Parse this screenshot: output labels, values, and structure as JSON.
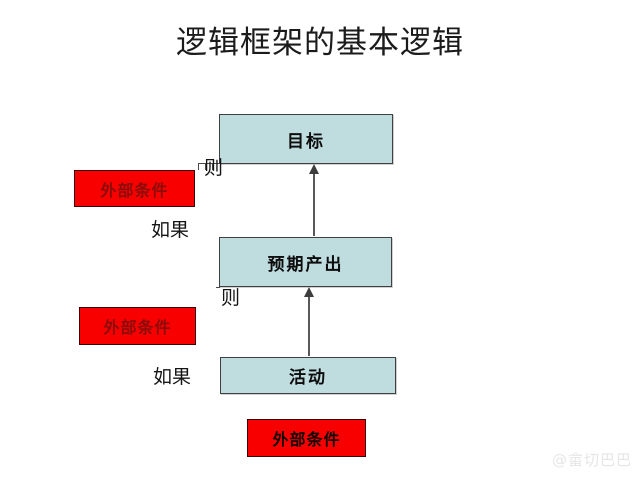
{
  "page": {
    "title": "逻辑框架的基本逻辑",
    "background_color": "#ffffff"
  },
  "diagram": {
    "type": "logical-framework-flow",
    "colors": {
      "result_box_fill": "#bfdcdf",
      "result_box_border": "#404040",
      "condition_box_fill": "#f80000",
      "condition_box_border": "#3a0000",
      "condition_text": "#8c0b0b",
      "arrow": "#4a4a4a",
      "title_text": "#1b1b1b"
    },
    "result_nodes": [
      {
        "id": "goal",
        "label": "目标"
      },
      {
        "id": "outputs",
        "label": "预期产出"
      },
      {
        "id": "activity",
        "label": "活动"
      }
    ],
    "condition_nodes": [
      {
        "id": "cond-top",
        "label": "外部条件"
      },
      {
        "id": "cond-mid",
        "label": "外部条件"
      },
      {
        "id": "cond-bot",
        "label": "外部条件"
      }
    ],
    "connector_labels": [
      {
        "id": "then-top",
        "label": "则"
      },
      {
        "id": "if-top",
        "label": "如果"
      },
      {
        "id": "then-bot",
        "label": "则"
      },
      {
        "id": "if-bot",
        "label": "如果"
      }
    ],
    "arrows": [
      {
        "id": "activity-to-outputs",
        "from": "活动",
        "to": "预期产出",
        "direction": "up"
      },
      {
        "id": "outputs-to-goal",
        "from": "预期产出",
        "to": "目标",
        "direction": "up"
      }
    ]
  },
  "watermark": {
    "text": "@畲切巴巴"
  }
}
